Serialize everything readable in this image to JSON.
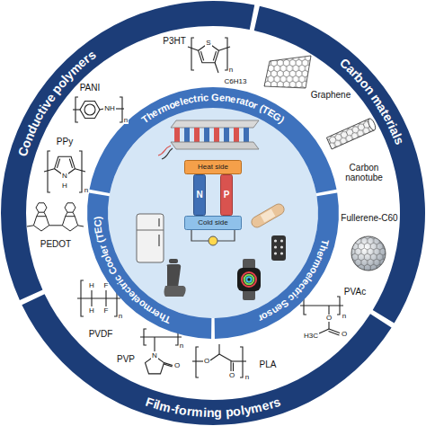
{
  "diagram": {
    "nodes": [
      {
        "text": [
          "Conductive polymers"
        ]
      },
      {
        "text": [
          "Carbon materials"
        ]
      },
      {
        "text": [
          "Film-forming polymers"
        ]
      },
      {
        "text": [
          "Thermoelectric Generator (TEG)"
        ]
      },
      {
        "text": [
          "Thermoelectric Sensor"
        ]
      },
      {
        "text": [
          "Thermoelectric Cooler (TEC)"
        ]
      },
      {
        "text": [
          "Heat side",
          "Cold side"
        ]
      }
    ],
    "labels": [
      "P3HT",
      "S",
      "n",
      "C6H13",
      "PANI",
      "NH",
      "n",
      "PPy",
      "N",
      "H",
      "n",
      "PEDOT",
      "Graphene",
      "Carbon nanotube",
      "Fullerene-C60",
      "PVDF",
      "H",
      "H",
      "F",
      "F",
      "n",
      "PVP",
      "N",
      "O",
      "n",
      "PLA",
      "O",
      "O",
      "n",
      "PVAc",
      "O",
      "O",
      "H3C",
      "n",
      "N",
      "P"
    ]
  }
}
